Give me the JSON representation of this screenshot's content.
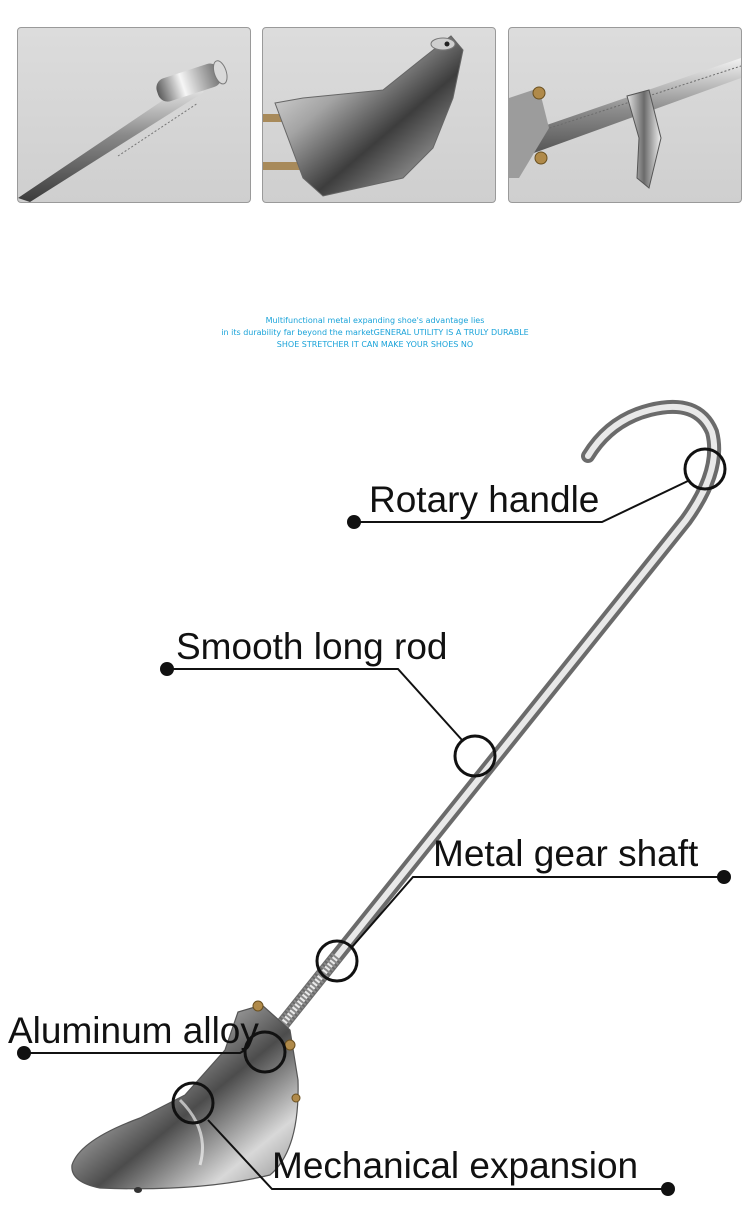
{
  "thumbnails": [
    {
      "icon": "t-handle-detail"
    },
    {
      "icon": "shoe-last-detail"
    },
    {
      "icon": "screw-shaft-detail"
    }
  ],
  "blurb": {
    "line1": "Multifunctional metal expanding shoe's advantage lies",
    "line2": "in its durability far beyond the marketGENERAL UTILITY IS A TRULY DURABLE",
    "line3": "SHOE STRETCHER IT CAN MAKE YOUR SHOES NO",
    "color": "#1aa3d9"
  },
  "callouts": {
    "rotary_handle": "Rotary handle",
    "smooth_long_rod": "Smooth long rod",
    "metal_gear_shaft": "Metal gear shaft",
    "aluminum_alloy": "Aluminum alloy",
    "mechanical_expansion": "Mechanical expansion"
  }
}
